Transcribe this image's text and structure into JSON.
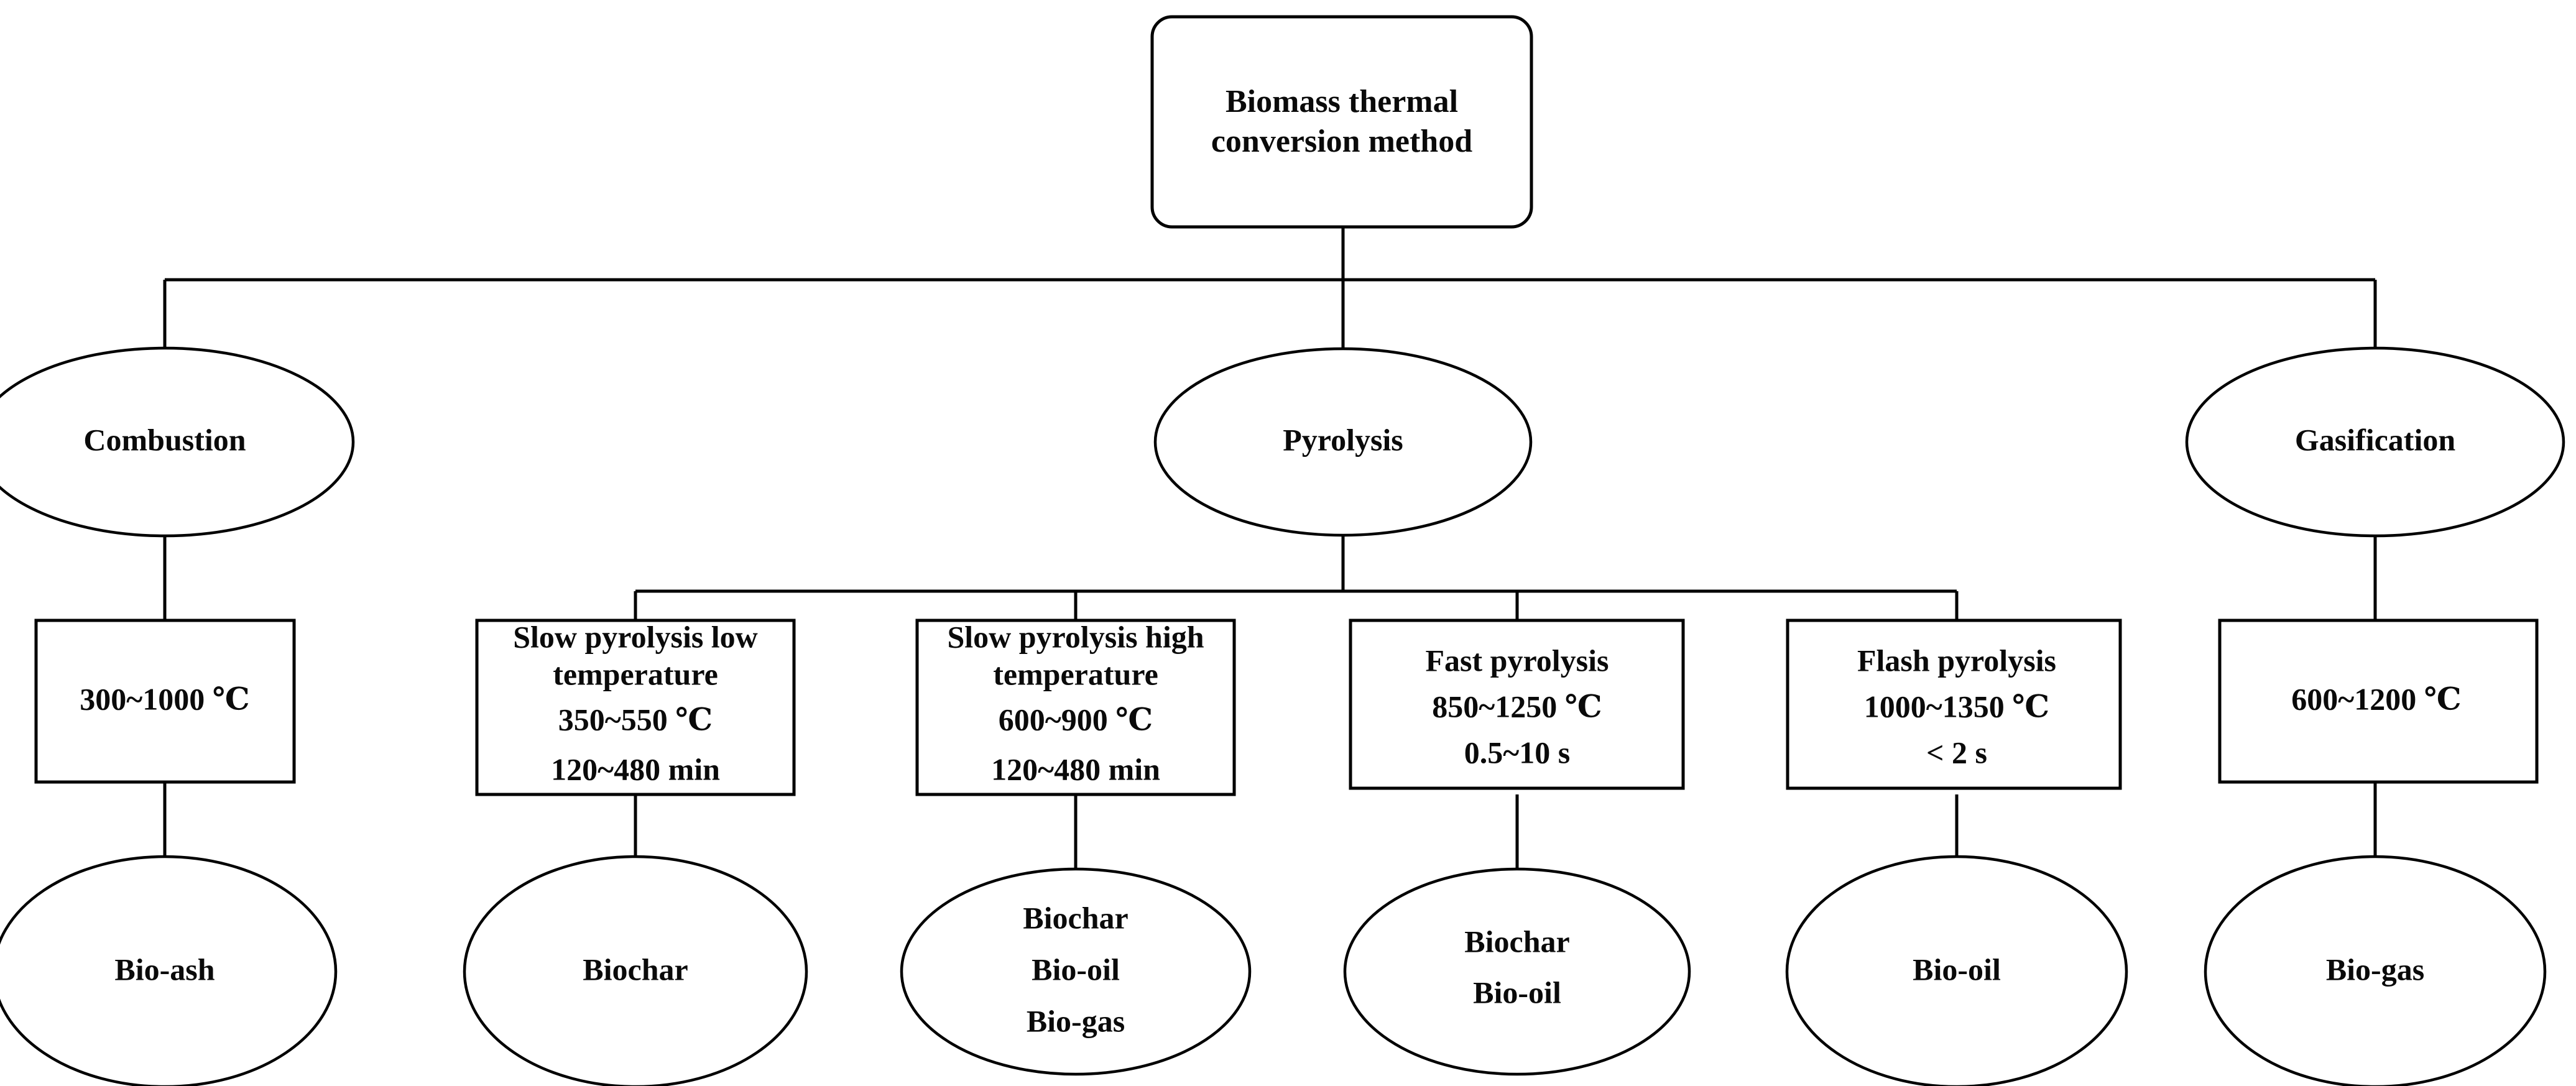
{
  "diagram": {
    "title": "Biomass thermal conversion method flowchart",
    "root": {
      "label": "Biomass thermal conversion method",
      "lines": [
        "Biomass thermal",
        "conversion method"
      ],
      "shape": "rounded-rectangle"
    },
    "methods": [
      {
        "id": "combustion",
        "label": "Combustion",
        "shape": "ellipse"
      },
      {
        "id": "pyrolysis",
        "label": "Pyrolysis",
        "shape": "ellipse"
      },
      {
        "id": "gasification",
        "label": "Gasification",
        "shape": "ellipse"
      }
    ],
    "conditions": [
      {
        "id": "combustion-conditions",
        "shape": "rectangle",
        "lines": [
          "300~1000 ℃"
        ],
        "temperature": "300~1000 ℃",
        "residence_time": ""
      },
      {
        "id": "slow-pyrolysis-low-conditions",
        "shape": "rectangle",
        "lines": [
          "Slow pyrolysis low",
          "temperature",
          "350~550  ℃",
          "120~480 min"
        ],
        "name": "Slow pyrolysis low temperature",
        "temperature": "350~550 ℃",
        "residence_time": "120~480 min"
      },
      {
        "id": "slow-pyrolysis-high-conditions",
        "shape": "rectangle",
        "lines": [
          "Slow pyrolysis high",
          "temperature",
          "600~900 ℃",
          "120~480 min"
        ],
        "name": "Slow pyrolysis high temperature",
        "temperature": "600~900 ℃",
        "residence_time": "120~480 min"
      },
      {
        "id": "fast-pyrolysis-conditions",
        "shape": "rectangle",
        "lines": [
          "Fast pyrolysis",
          "850~1250 ℃",
          "0.5~10 s"
        ],
        "name": "Fast pyrolysis",
        "temperature": "850~1250 ℃",
        "residence_time": "0.5~10 s"
      },
      {
        "id": "flash-pyrolysis-conditions",
        "shape": "rectangle",
        "lines": [
          "Flash pyrolysis",
          "1000~1350 ℃",
          "< 2 s"
        ],
        "name": "Flash pyrolysis",
        "temperature": "1000~1350 ℃",
        "residence_time": "< 2 s"
      },
      {
        "id": "gasification-conditions",
        "shape": "rectangle",
        "lines": [
          "600~1200 ℃"
        ],
        "temperature": "600~1200 ℃",
        "residence_time": ""
      }
    ],
    "products": [
      {
        "id": "product-bio-ash",
        "shape": "ellipse",
        "lines": [
          "Bio-ash"
        ]
      },
      {
        "id": "product-biochar-slow-low",
        "shape": "ellipse",
        "lines": [
          "Biochar"
        ]
      },
      {
        "id": "product-biochar-biooil-biogas",
        "shape": "ellipse",
        "lines": [
          "Biochar",
          "Bio-oil",
          "Bio-gas"
        ]
      },
      {
        "id": "product-biochar-biooil",
        "shape": "ellipse",
        "lines": [
          "Biochar",
          "Bio-oil"
        ]
      },
      {
        "id": "product-bio-oil",
        "shape": "ellipse",
        "lines": [
          "Bio-oil"
        ]
      },
      {
        "id": "product-bio-gas",
        "shape": "ellipse",
        "lines": [
          "Bio-gas"
        ]
      }
    ],
    "colors": {
      "stroke": "#000000",
      "fill": "#ffffff",
      "text": "#0a0a0a",
      "background": "#ffffff"
    }
  }
}
